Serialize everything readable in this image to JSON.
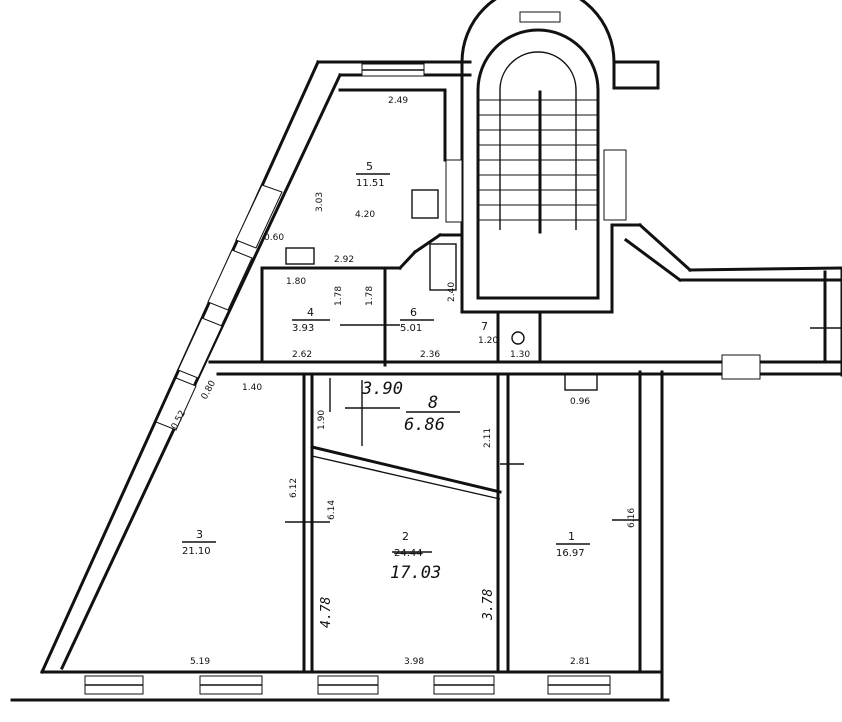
{
  "rooms": [
    {
      "number": "1",
      "area": "16.97",
      "length": "6.16",
      "width": "2.81"
    },
    {
      "number": "2",
      "area_struck": "24.44",
      "area": "17.03",
      "length_left": "4.78",
      "length_right": "3.78",
      "width": "3.98",
      "upper_length": "6.14"
    },
    {
      "number": "3",
      "area": "21.10",
      "width": "5.19",
      "length": "6.12"
    },
    {
      "number": "4",
      "area": "3.93",
      "width": "2.62",
      "length": "1.78",
      "top_width": "1.80"
    },
    {
      "number": "5",
      "area": "11.51",
      "width": "2.49",
      "length": "3.03",
      "height": "4.20",
      "lower_width": "2.92",
      "small_label": "0.60"
    },
    {
      "number": "6",
      "area": "5.01",
      "width": "2.36",
      "length": "1.78",
      "side_length": "2.40"
    },
    {
      "number": "7",
      "area": "1.20",
      "width": "1.30"
    },
    {
      "number": "8",
      "area": "6.86",
      "width": "3.90",
      "length": "1.90",
      "side_length": "2.11"
    }
  ],
  "misc_dims": {
    "corridor_left": "1.40",
    "hall_window": "0.96",
    "left_wall_a": "0.80",
    "left_wall_b": "0.52"
  }
}
